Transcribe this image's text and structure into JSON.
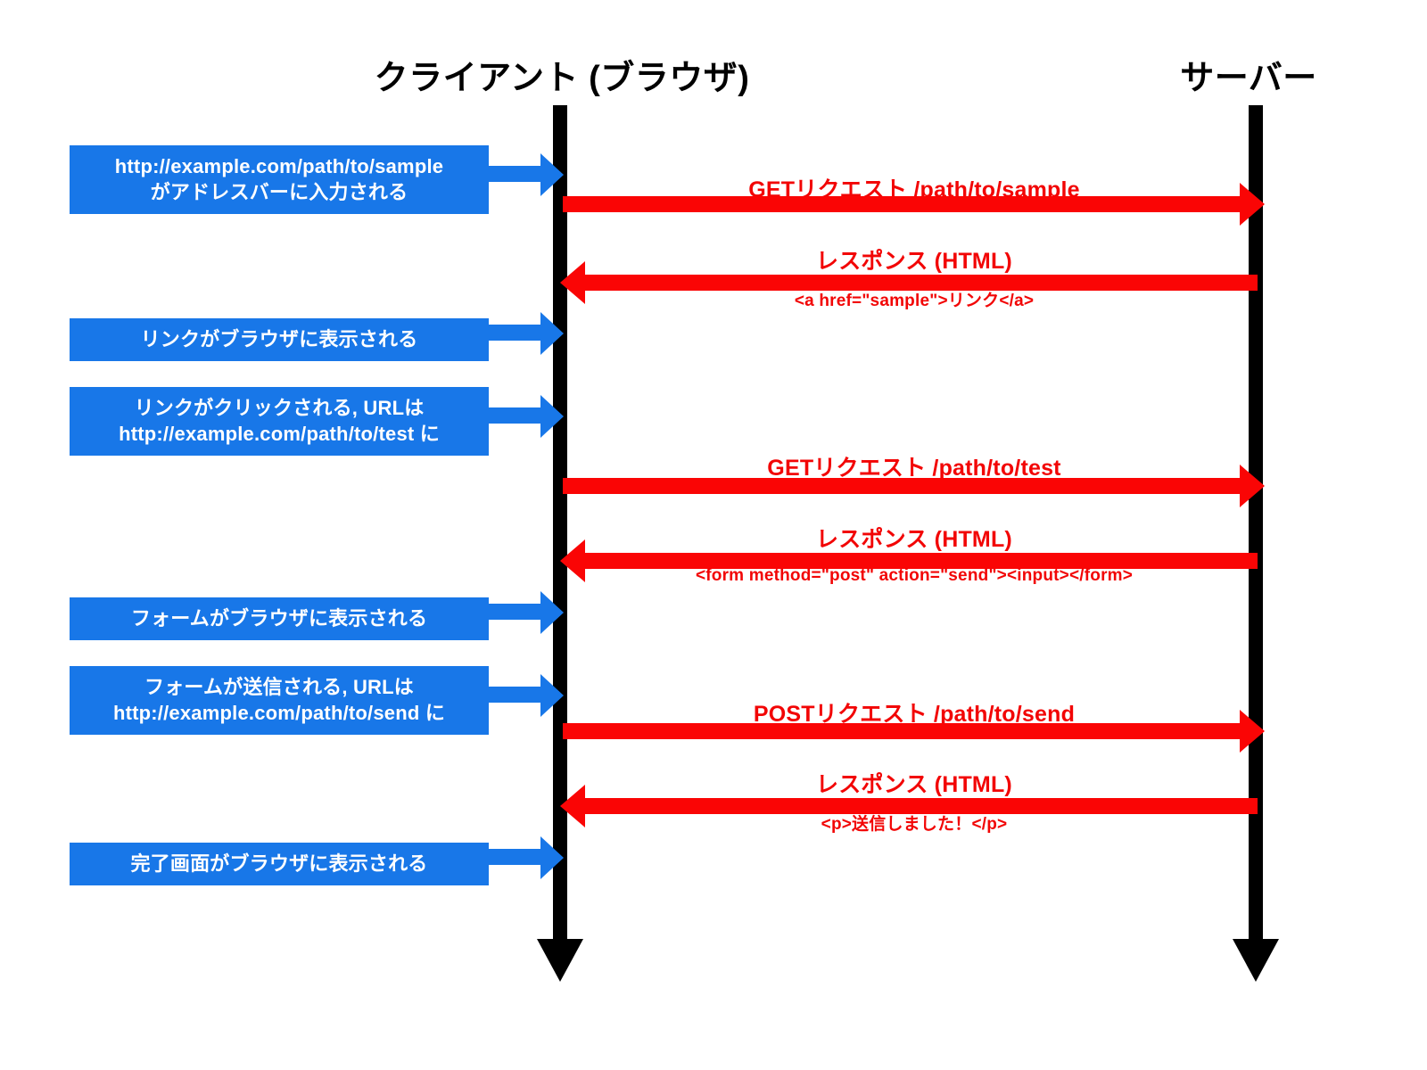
{
  "diagram": {
    "title_client": "クライアント (ブラウザ)",
    "title_server": "サーバー",
    "colors": {
      "lifeline": "#000000",
      "note": "#1877e8",
      "note_text": "#ffffff",
      "message": "#fa0505"
    }
  },
  "notes": [
    {
      "id": "note-url-entered",
      "line1": "http://example.com/path/to/sample",
      "line2": "がアドレスバーに入力される"
    },
    {
      "id": "note-link-displayed",
      "line1": "リンクがブラウザに表示される",
      "line2": ""
    },
    {
      "id": "note-link-clicked",
      "line1": "リンクがクリックされる, URLは",
      "line2": "http://example.com/path/to/test に"
    },
    {
      "id": "note-form-displayed",
      "line1": "フォームがブラウザに表示される",
      "line2": ""
    },
    {
      "id": "note-form-submitted",
      "line1": "フォームが送信される, URLは",
      "line2": "http://example.com/path/to/send に"
    },
    {
      "id": "note-complete-displayed",
      "line1": "完了画面がブラウザに表示される",
      "line2": ""
    }
  ],
  "messages": [
    {
      "id": "msg-get-sample",
      "direction": "request",
      "label": "GETリクエスト /path/to/sample",
      "sublabel": ""
    },
    {
      "id": "msg-response-sample",
      "direction": "response",
      "label": "レスポンス (HTML)",
      "sublabel": "<a href=\"sample\">リンク</a>"
    },
    {
      "id": "msg-get-test",
      "direction": "request",
      "label": "GETリクエスト /path/to/test",
      "sublabel": ""
    },
    {
      "id": "msg-response-test",
      "direction": "response",
      "label": "レスポンス (HTML)",
      "sublabel": "<form method=\"post\" action=\"send\"><input></form>"
    },
    {
      "id": "msg-post-send",
      "direction": "request",
      "label": "POSTリクエスト /path/to/send",
      "sublabel": ""
    },
    {
      "id": "msg-response-send",
      "direction": "response",
      "label": "レスポンス (HTML)",
      "sublabel": "<p>送信しました！</p>"
    }
  ]
}
